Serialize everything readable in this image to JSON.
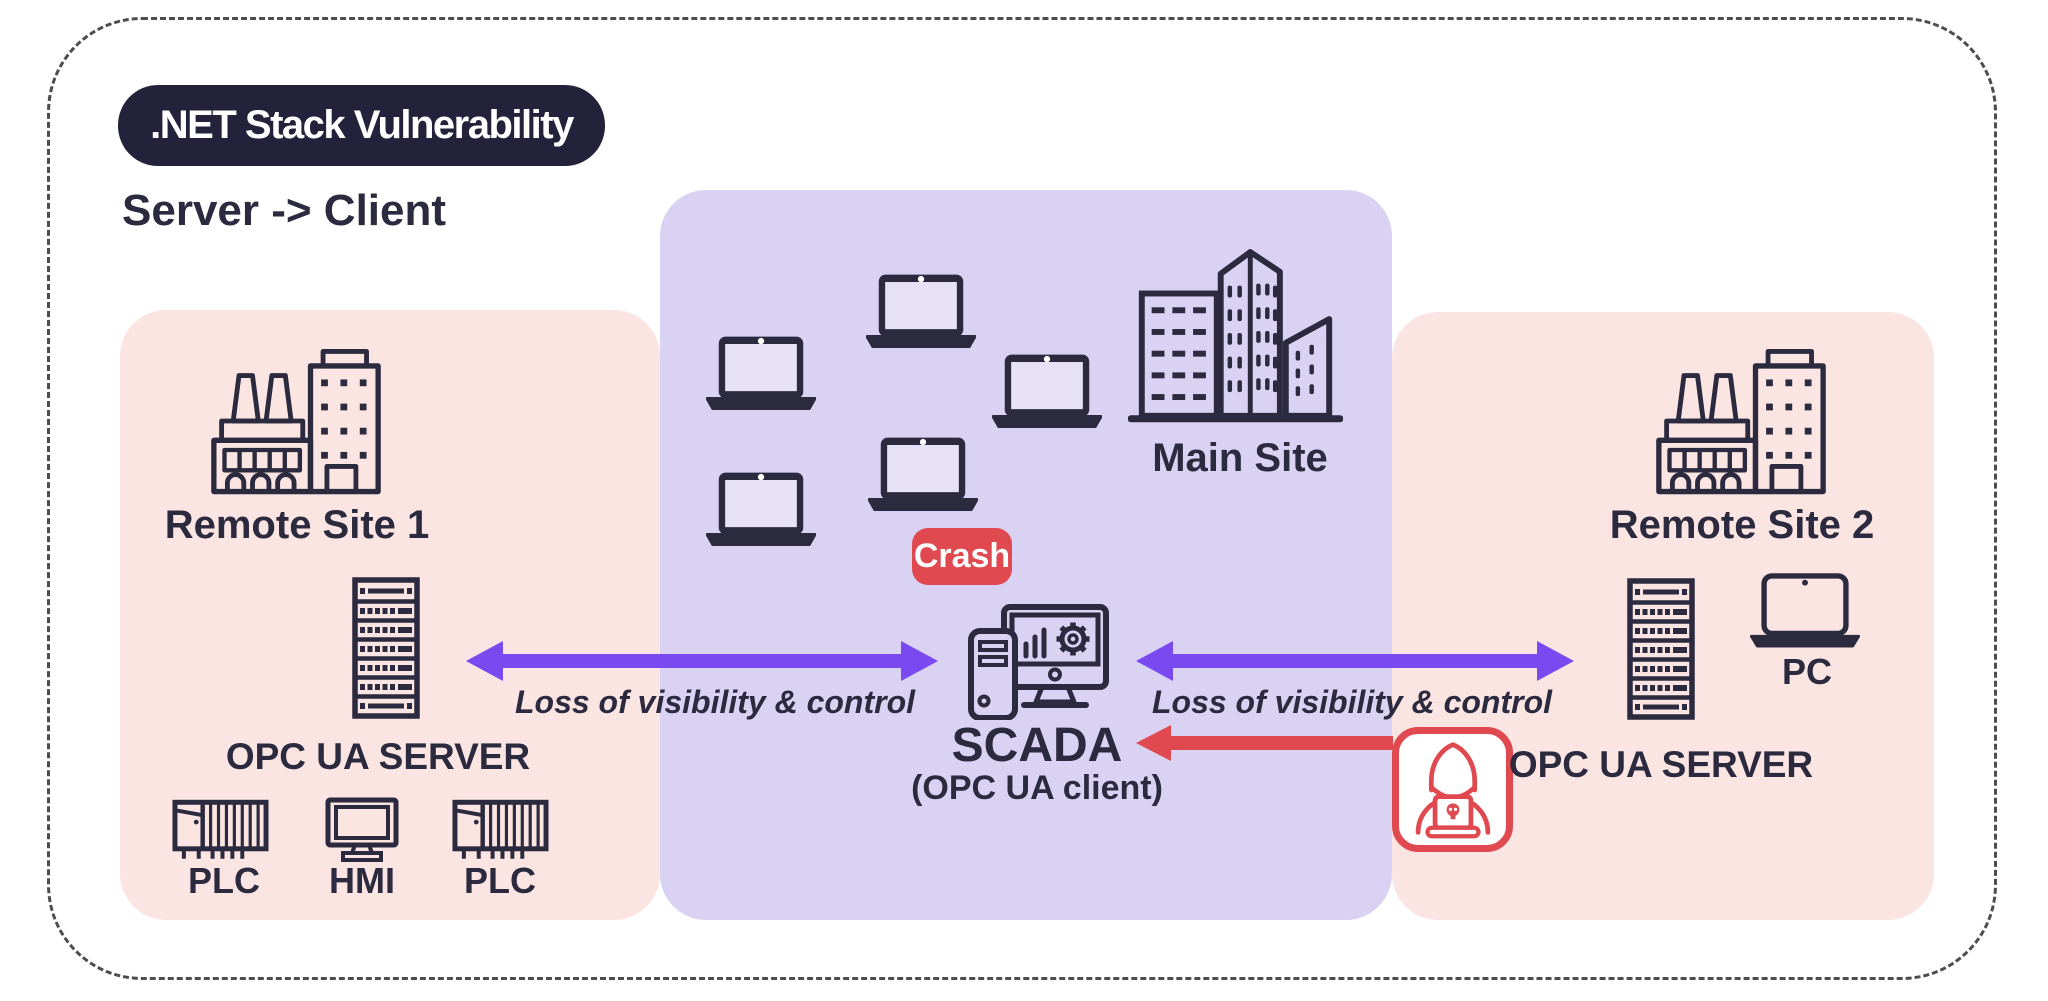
{
  "header": {
    "badge": ".NET Stack Vulnerability",
    "subtitle": "Server -> Client"
  },
  "left_site": {
    "title": "Remote Site 1",
    "server_label": "OPC UA SERVER",
    "device_labels": [
      "PLC",
      "HMI",
      "PLC"
    ]
  },
  "center_site": {
    "main_site_label": "Main Site",
    "crash_badge": "Crash",
    "scada_label": "SCADA",
    "scada_sublabel": "(OPC UA client)",
    "laptop_count": 5
  },
  "right_site": {
    "title": "Remote Site 2",
    "server_label": "OPC UA SERVER",
    "pc_label": "PC"
  },
  "links": {
    "left_arrow_label": "Loss of visibility & control",
    "right_arrow_label": "Loss of visibility & control"
  },
  "icons": {
    "factory": "factory-building-icon",
    "server": "server-rack-icon",
    "plc": "plc-module-icon",
    "hmi": "hmi-monitor-icon",
    "laptop": "laptop-icon",
    "city": "main-site-buildings-icon",
    "scada": "scada-workstation-icon",
    "hacker": "hacker-icon",
    "pc": "pc-laptop-icon"
  },
  "colors": {
    "navy": "#2b2a3e",
    "badge_bg": "#24223a",
    "pink_panel": "#fbe5e2",
    "purple_panel": "#d9d2f3",
    "violet": "#7a4af0",
    "red": "#e0494f",
    "screen": "#e7e2f8",
    "white": "#ffffff",
    "border_dash": "#4d4d4d"
  }
}
